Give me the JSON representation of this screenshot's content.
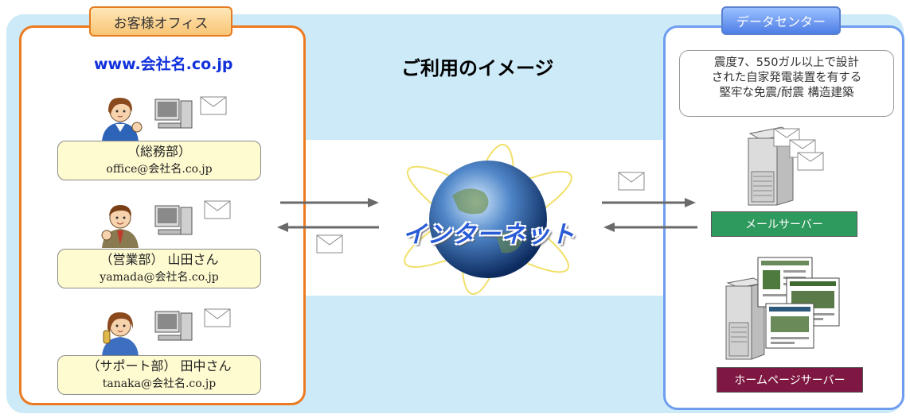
{
  "office": {
    "tab_label": "お客様オフィス",
    "domain": "www.会社名.co.jp",
    "staff": [
      {
        "dept": "（総務部）",
        "email": "office@会社名.co.jp"
      },
      {
        "dept": "（営業部） 山田さん",
        "email": "yamada@会社名.co.jp"
      },
      {
        "dept": "（サポート部） 田中さん",
        "email": "tanaka@会社名.co.jp"
      }
    ]
  },
  "title": "ご利用のイメージ",
  "internet_label": "インターネット",
  "datacenter": {
    "tab_label": "データセンター",
    "info_lines": [
      "震度7、550ガル以上で設計",
      "された自家発電装置を有する",
      "堅牢な免震/耐震 構造建築"
    ],
    "mail_server_label": "メールサーバー",
    "web_server_label": "ホームページサーバー"
  },
  "colors": {
    "background": "#cdeaf8",
    "office_border": "#ec7a20",
    "datacenter_border": "#6e9df0",
    "domain_text": "#1030dc",
    "mail_server": "#2f9a5d",
    "web_server": "#7e1742",
    "staff_box": "#fffbd0",
    "internet_text": "#2a5bd6"
  },
  "icons": [
    "person-icon",
    "computer-icon",
    "envelope-icon",
    "arrow-right-icon",
    "arrow-left-icon",
    "globe-icon",
    "server-icon",
    "webpage-icon"
  ]
}
